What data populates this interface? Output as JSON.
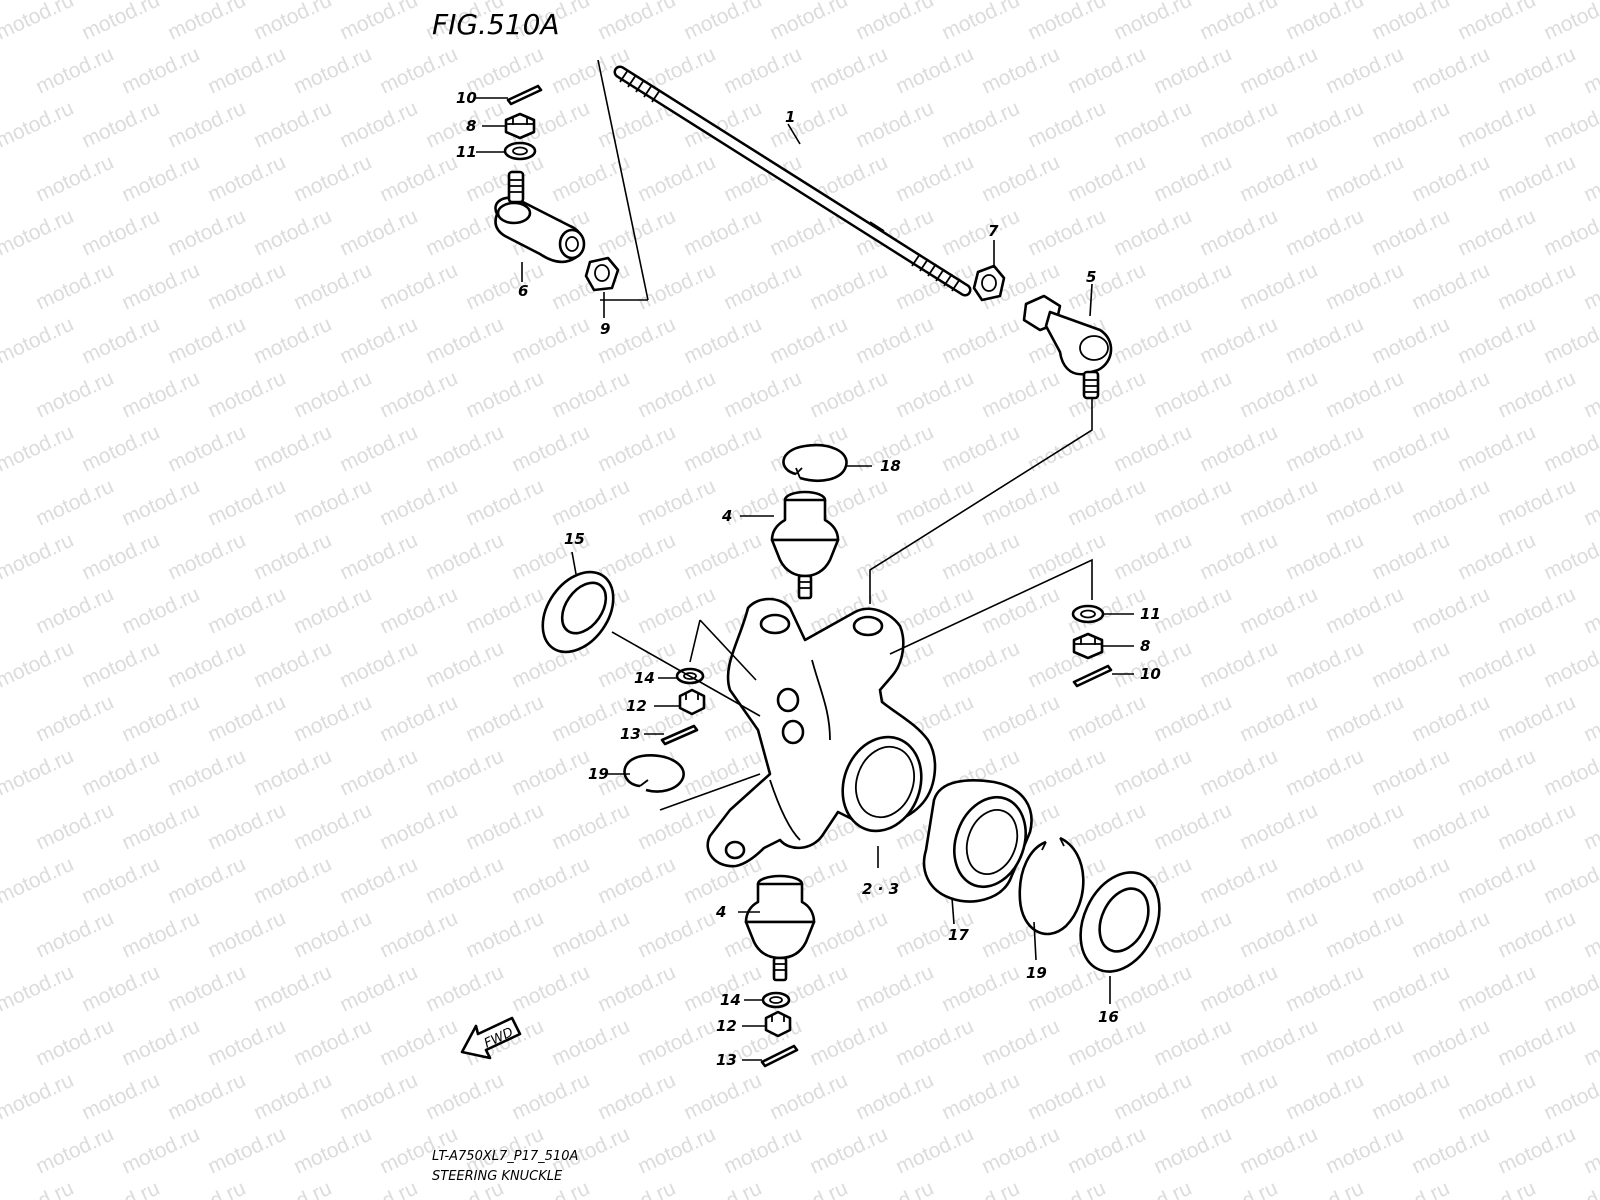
{
  "figure": {
    "number": "FIG.510A"
  },
  "footer": {
    "code": "LT-A750XL7_P17_510A",
    "name": "STEERING KNUCKLE"
  },
  "direction_marker": {
    "text": "FWD"
  },
  "watermark": {
    "text": "motod.ru",
    "color": "#dcdcdc"
  },
  "callouts": {
    "tie_rod": "1",
    "knuckle": "2 · 3",
    "ball_joint_upper": "4",
    "ball_joint_lower": "4",
    "tie_rod_end_right": "5",
    "tie_rod_end_left": "6",
    "lock_nut_right": "7",
    "castle_nut_top": "8",
    "castle_nut_right": "8",
    "lock_nut_left": "9",
    "cotter_pin_top": "10",
    "cotter_pin_right": "10",
    "washer_top": "11",
    "washer_right": "11",
    "castle_nut_mid": "12",
    "castle_nut_bottom": "12",
    "cotter_pin_mid": "13",
    "cotter_pin_bottom": "13",
    "washer_mid": "14",
    "washer_bottom": "14",
    "seal_left": "15",
    "seal_right": "16",
    "bearing": "17",
    "circlip_upper": "18",
    "circlip_left": "19",
    "circlip_right": "19"
  }
}
